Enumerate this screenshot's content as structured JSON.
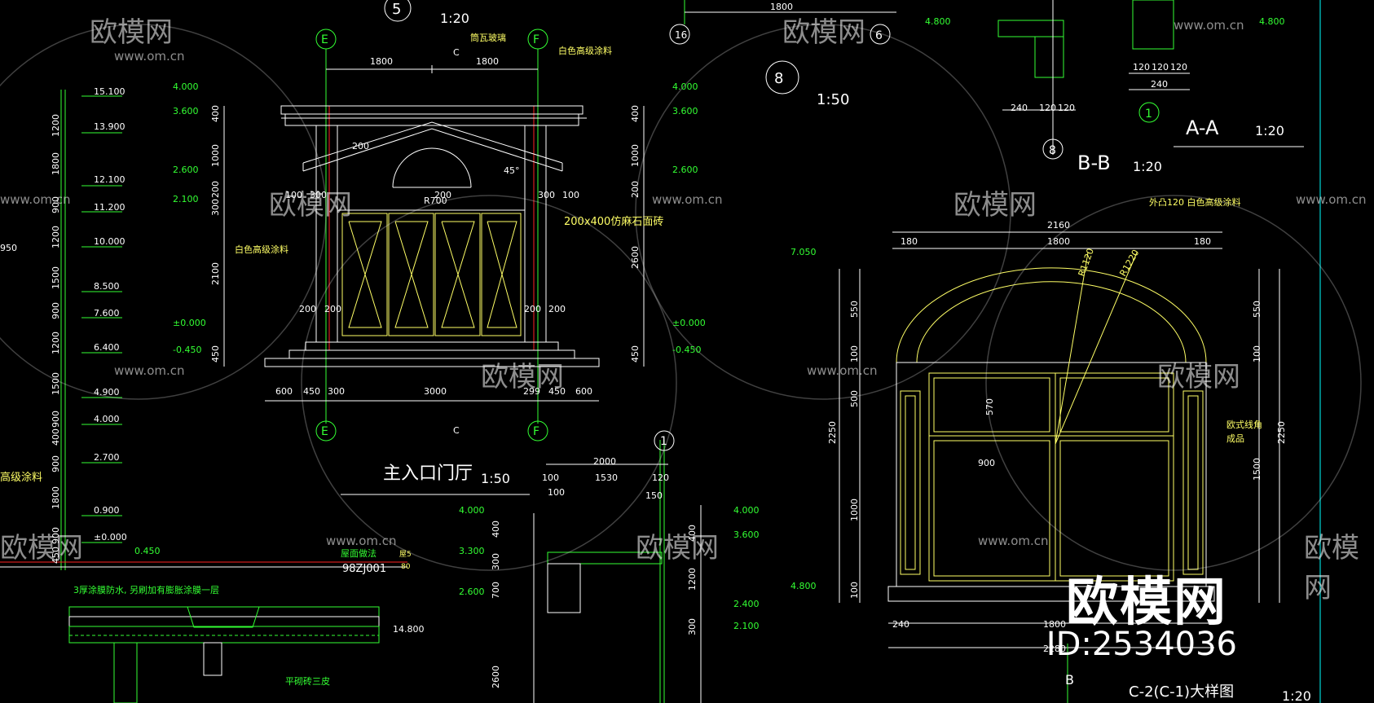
{
  "drawings": {
    "entrance": {
      "title": "主入口门厅",
      "scale": "1:50",
      "detail_no": "5",
      "detail_scale": "1:20",
      "axes": [
        "E",
        "F"
      ],
      "section_mark": "C",
      "top_dims": [
        "1800",
        "1800"
      ],
      "bottom_dims": [
        "600",
        "450",
        "300",
        "3000",
        "299",
        "450",
        "600"
      ],
      "left_levels": [
        "4.000",
        "3.600",
        "2.600",
        "2.100",
        "±0.000",
        "-0.450"
      ],
      "right_levels": [
        "4.000",
        "3.600",
        "2.600",
        "±0.000",
        "-0.450"
      ],
      "left_vdims": [
        "400",
        "1000",
        "200",
        "300",
        "2100",
        "450"
      ],
      "right_vdims": [
        "400",
        "1000",
        "200",
        "2600",
        "450"
      ],
      "notes": [
        "筒瓦玻璃",
        "白色高级涂料",
        "白色高级涂料",
        "200x400仿麻石面砖"
      ],
      "misc": [
        "100",
        "300",
        "300",
        "100",
        "200",
        "200",
        "200",
        "200",
        "R700",
        "200",
        "200",
        "45°"
      ]
    },
    "left_column": {
      "levels": [
        "15.100",
        "13.900",
        "12.100",
        "11.200",
        "10.000",
        "8.500",
        "7.600",
        "6.400",
        "4.900",
        "4.000",
        "2.700",
        "0.900",
        "±0.000"
      ],
      "dims": [
        "1200",
        "1800",
        "900",
        "1200",
        "1500",
        "900",
        "1200",
        "1500",
        "900",
        "400",
        "900",
        "1800",
        "900",
        "450"
      ],
      "note": "高级涂料",
      "edge_level": "950"
    },
    "roof_detail": {
      "level_left": "0.450",
      "note1": "3厚涂膜防水, 另刷加有膨胀涂膜一层",
      "note2": "屋面做法",
      "ref_code": "98ZJ001",
      "ref_mark": "屋5",
      "ref_sub": "80",
      "level_right": "14.800",
      "note3": "平砌砖三皮"
    },
    "wall_section": {
      "axis": "1",
      "top_dims": [
        "2000",
        "100",
        "1530",
        "120",
        "100",
        "150"
      ],
      "left_levels": [
        "4.000",
        "3.300",
        "2.600"
      ],
      "left_vdims": [
        "300",
        "400",
        "700",
        "2600"
      ],
      "right_levels": [
        "4.000",
        "3.600",
        "2.400",
        "2.100"
      ],
      "right_vdims": [
        "400",
        "1200",
        "300"
      ]
    },
    "detail8": {
      "mark": "8",
      "scale": "1:50"
    },
    "bb": {
      "title": "B-B",
      "scale": "1:20",
      "mark": "8",
      "dims": [
        "240",
        "120",
        "120"
      ],
      "level": "4.800"
    },
    "aa": {
      "title": "A-A",
      "scale": "1:20",
      "axis": "1",
      "dims": [
        "120",
        "120",
        "120",
        "240"
      ],
      "level": "4.800"
    },
    "top_strip": {
      "dim": "1800",
      "mark": "16",
      "mark2": "6"
    },
    "window": {
      "title": "C-2(C-1)大样图",
      "scale": "1:20",
      "section_mark": "B",
      "dim_2160": "2160",
      "dim_180a": "180",
      "dim_1800": "1800",
      "dim_180b": "180",
      "r1": "R1120",
      "r2": "R1220",
      "note_top": "外凸120 白色高级涂料",
      "note_right1": "欧式线角",
      "note_right2": "成品",
      "level_top": "7.050",
      "level_bottom": "4.800",
      "left_vdims": [
        "550",
        "100",
        "500",
        "2250",
        "1000",
        "100"
      ],
      "right_vdims": [
        "550",
        "100",
        "1500",
        "2250"
      ],
      "inner_dims": [
        "570",
        "900"
      ],
      "bottom_dims": [
        "240",
        "1800",
        "2280"
      ]
    }
  },
  "watermark": {
    "brand": "欧模网",
    "site": "www.om.cn",
    "big_brand": "欧模网",
    "id_text": "ID:2534036"
  },
  "colors": {
    "background": "#000000",
    "line_white": "#ffffff",
    "line_yellow": "#ffff66",
    "line_green": "#33ff33",
    "line_cyan": "#00ffff",
    "line_red": "#ff2222"
  }
}
